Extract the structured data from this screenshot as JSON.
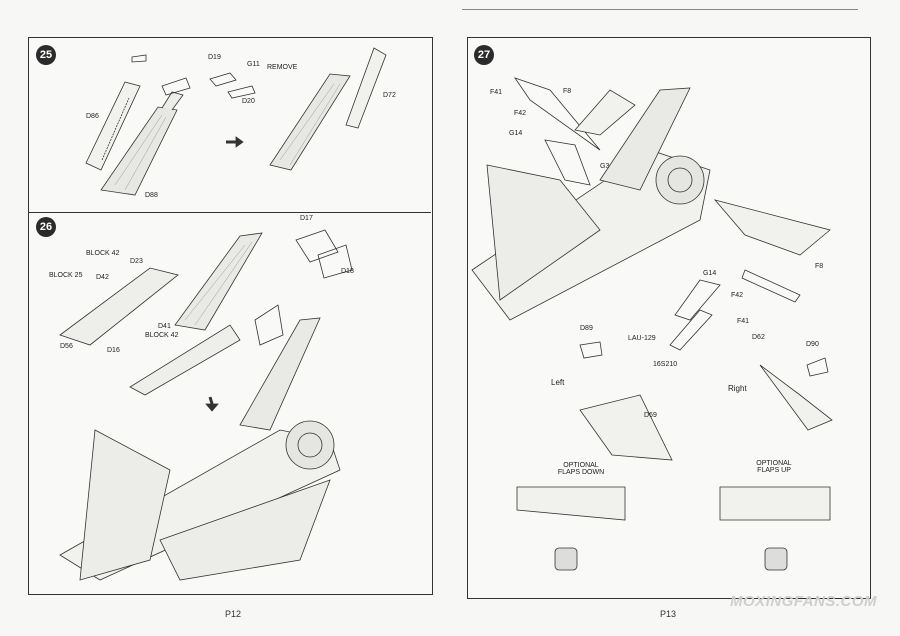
{
  "pages": {
    "left": {
      "number": "P12",
      "steps": [
        {
          "num": "25",
          "labels": {
            "d19": "D19",
            "g11": "G11",
            "remove": "REMOVE",
            "d20": "D20",
            "d86": "D86",
            "d88": "D88",
            "d72": "D72"
          }
        },
        {
          "num": "26",
          "labels": {
            "d17": "D17",
            "d18": "D18",
            "block42_top": "BLOCK 42",
            "d23": "D23",
            "d42": "D42",
            "block25": "BLOCK 25",
            "d56": "D56",
            "d16": "D16",
            "d41": "D41",
            "block42_bot": "BLOCK 42"
          }
        }
      ]
    },
    "right": {
      "number": "P13",
      "step": {
        "num": "27",
        "labels": {
          "f41_top": "F41",
          "f42_top": "F42",
          "g14_top": "G14",
          "f8_top": "F8",
          "g3": "G3",
          "f8_bot": "F8",
          "g14_bot": "G14",
          "f42_bot": "F42",
          "f41_bot": "F41",
          "lau129": "LAU-129",
          "ss16": "16S210",
          "d89": "D89",
          "d62": "D62",
          "d90": "D90",
          "left": "Left",
          "right": "Right",
          "d69": "D69",
          "opt_down": "OPTIONAL\nFLAPS DOWN",
          "opt_up": "OPTIONAL\nFLAPS UP"
        }
      }
    }
  },
  "watermark": "MOXINGFANS.COM"
}
